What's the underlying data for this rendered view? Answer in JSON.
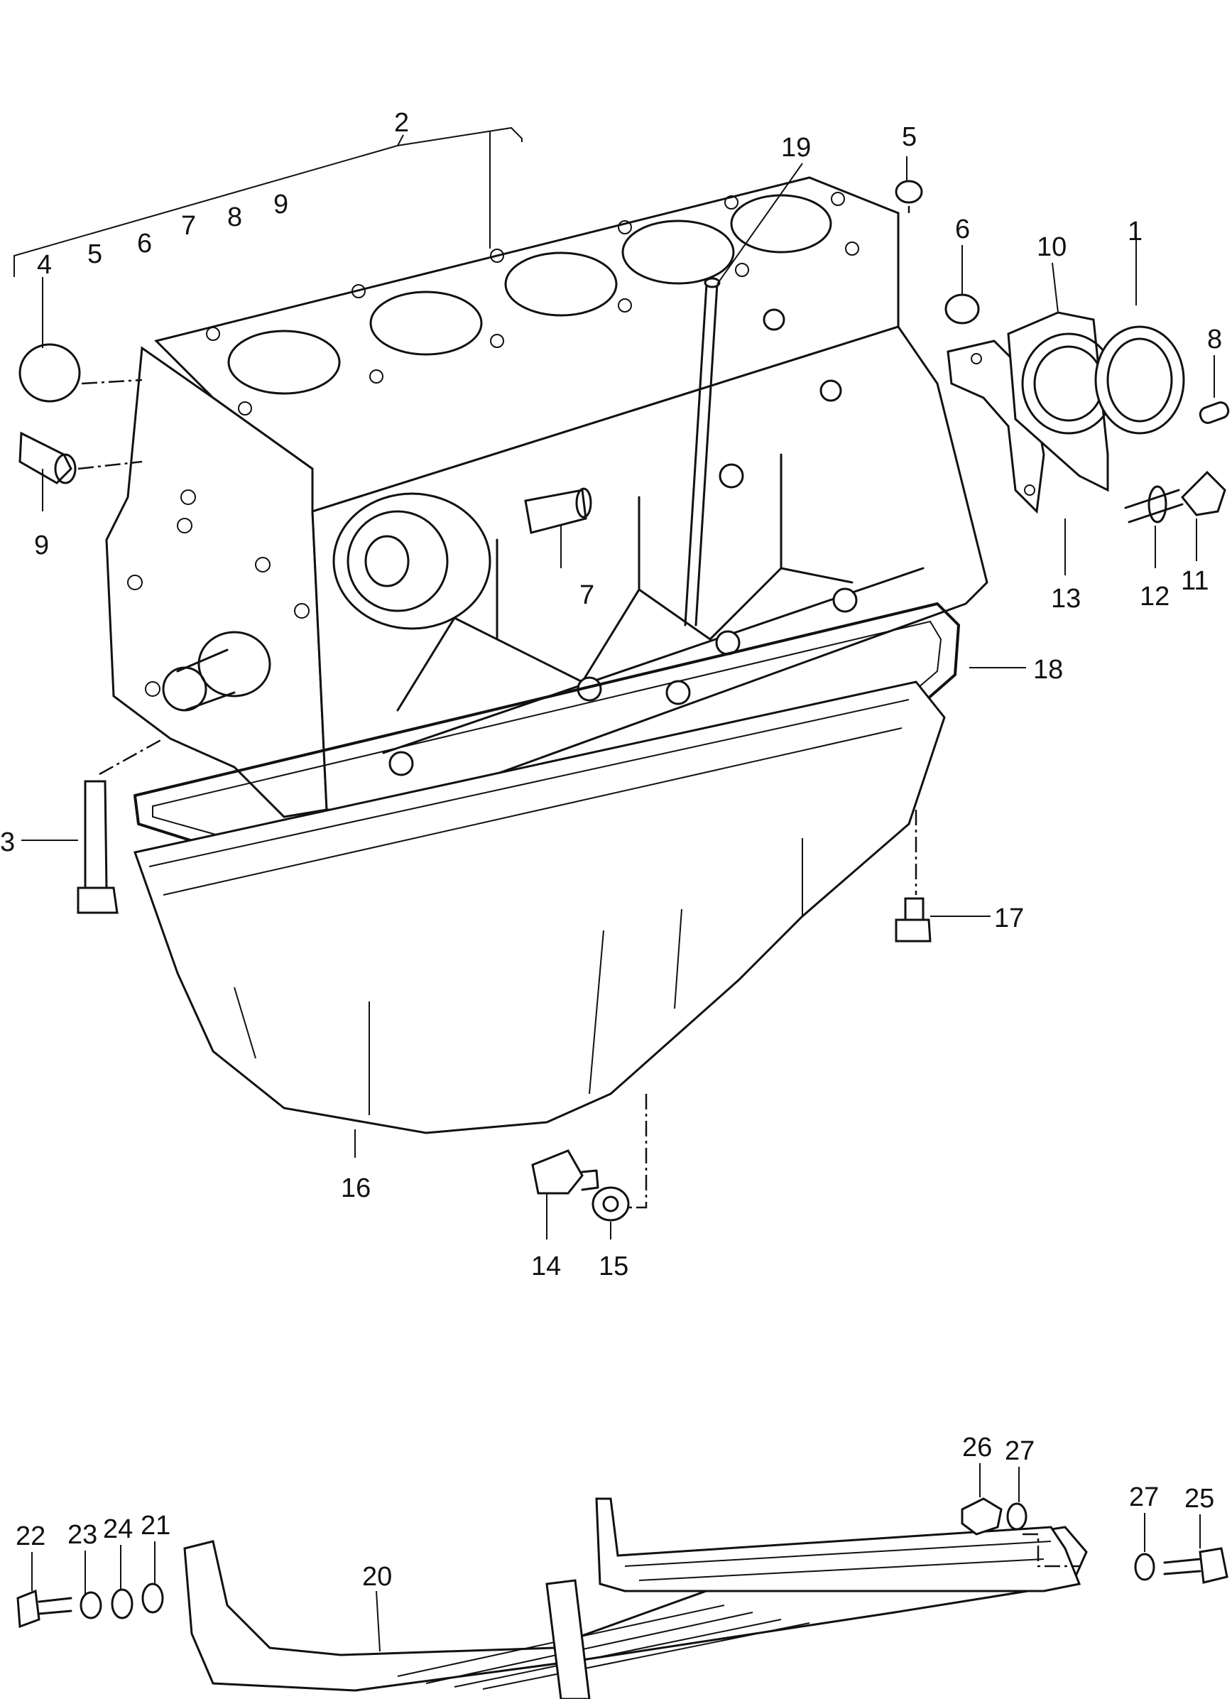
{
  "callouts": {
    "c1": "1",
    "c2": "2",
    "c3": "3",
    "c4": "4",
    "c5a": "5",
    "c5b": "5",
    "c6a": "6",
    "c6b": "6",
    "c7a": "7",
    "c7b": "7",
    "c8a": "8",
    "c8b": "8",
    "c9a": "9",
    "c9b": "9",
    "c10": "10",
    "c11": "11",
    "c12": "12",
    "c13": "13",
    "c14": "14",
    "c15": "15",
    "c16": "16",
    "c17": "17",
    "c18": "18",
    "c19": "19",
    "c20": "20",
    "c21": "21",
    "c22": "22",
    "c23": "23",
    "c24": "24",
    "c25": "25",
    "c26": "26",
    "c27a": "27",
    "c27b": "27"
  }
}
